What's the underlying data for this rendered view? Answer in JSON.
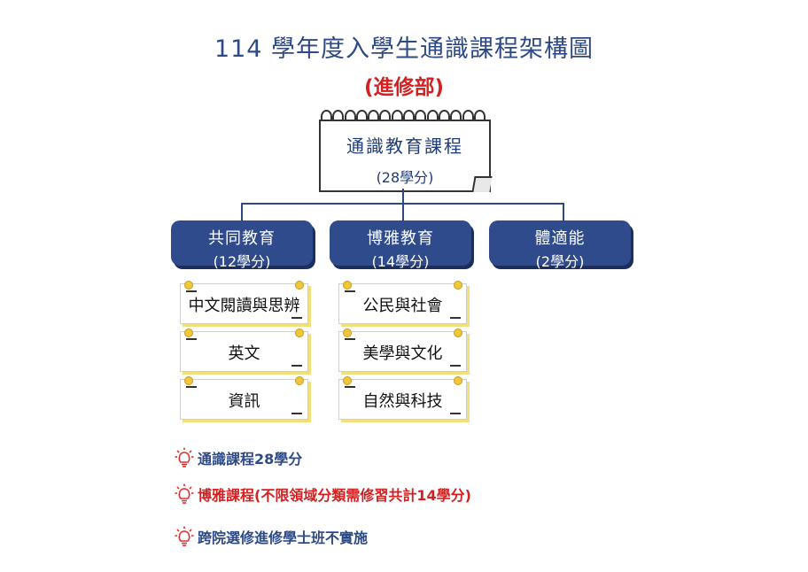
{
  "header": {
    "title": "114 學年度入學生通識課程架構圖",
    "subtitle": "(進修部)"
  },
  "root": {
    "title": "通識教育課程",
    "credits": "(28學分)"
  },
  "categories": [
    {
      "name": "共同教育",
      "credits": "(12學分)",
      "courses": [
        "中文閱讀與思辨",
        "英文",
        "資訊"
      ]
    },
    {
      "name": "博雅教育",
      "credits": "(14學分)",
      "courses": [
        "公民與社會",
        "美學與文化",
        "自然與科技"
      ]
    },
    {
      "name": "體適能",
      "credits": "(2學分)",
      "courses": []
    }
  ],
  "notes": [
    {
      "text": "通識課程28學分",
      "color": "#2e4a86"
    },
    {
      "text": "博雅課程(不限領域分類需修習共計14學分)",
      "color": "#d42020"
    },
    {
      "text": "跨院選修進修學士班不實施",
      "color": "#2e4a86"
    }
  ],
  "colors": {
    "primary": "#2f4b8c",
    "accent": "#d42020",
    "card_shadow": "#f3df7a",
    "bulb": "#e03030"
  }
}
